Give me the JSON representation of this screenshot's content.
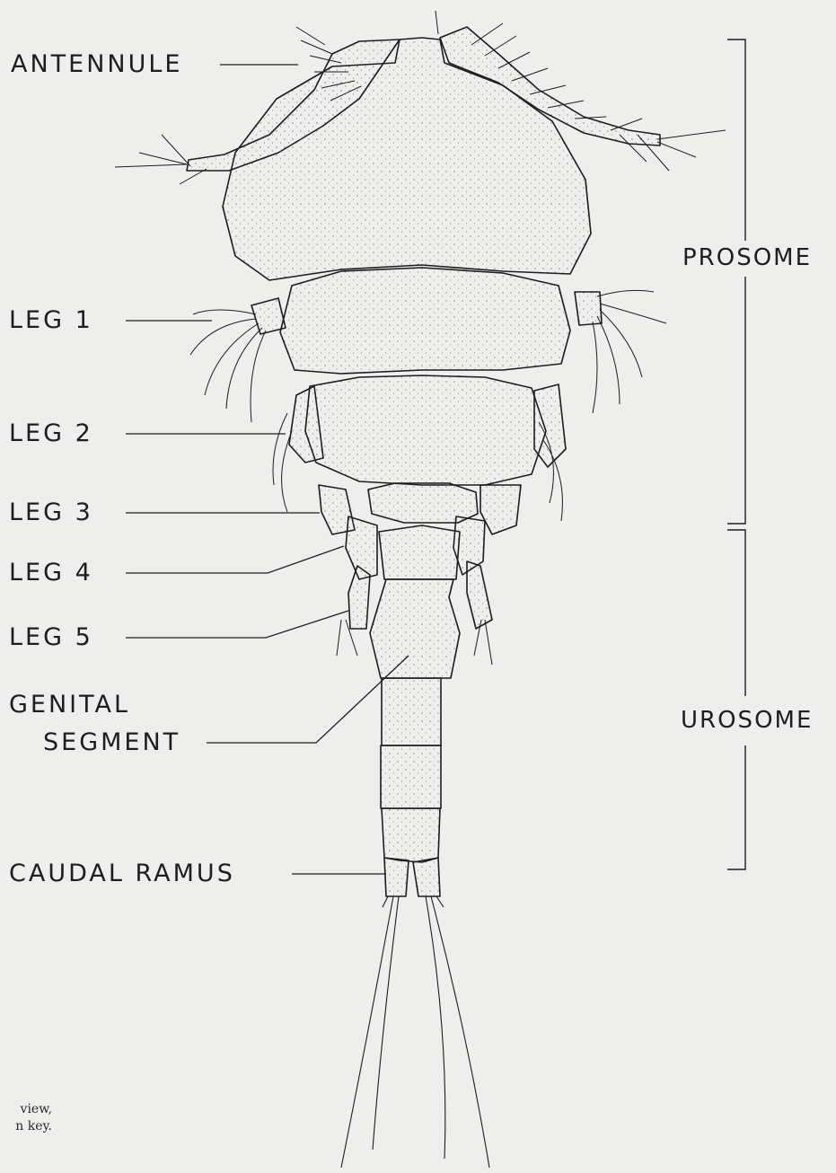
{
  "labels": {
    "antennule": "ANTENNULE",
    "leg1": "LEG 1",
    "leg2": "LEG 2",
    "leg3": "LEG 3",
    "leg4": "LEG 4",
    "leg5": "LEG 5",
    "genital_line1": "GENITAL",
    "genital_line2": "SEGMENT",
    "caudal_ramus": "CAUDAL RAMUS",
    "prosome": "PROSOME",
    "urosome": "UROSOME"
  },
  "caption": {
    "line1": "view,",
    "line2": "n key."
  }
}
